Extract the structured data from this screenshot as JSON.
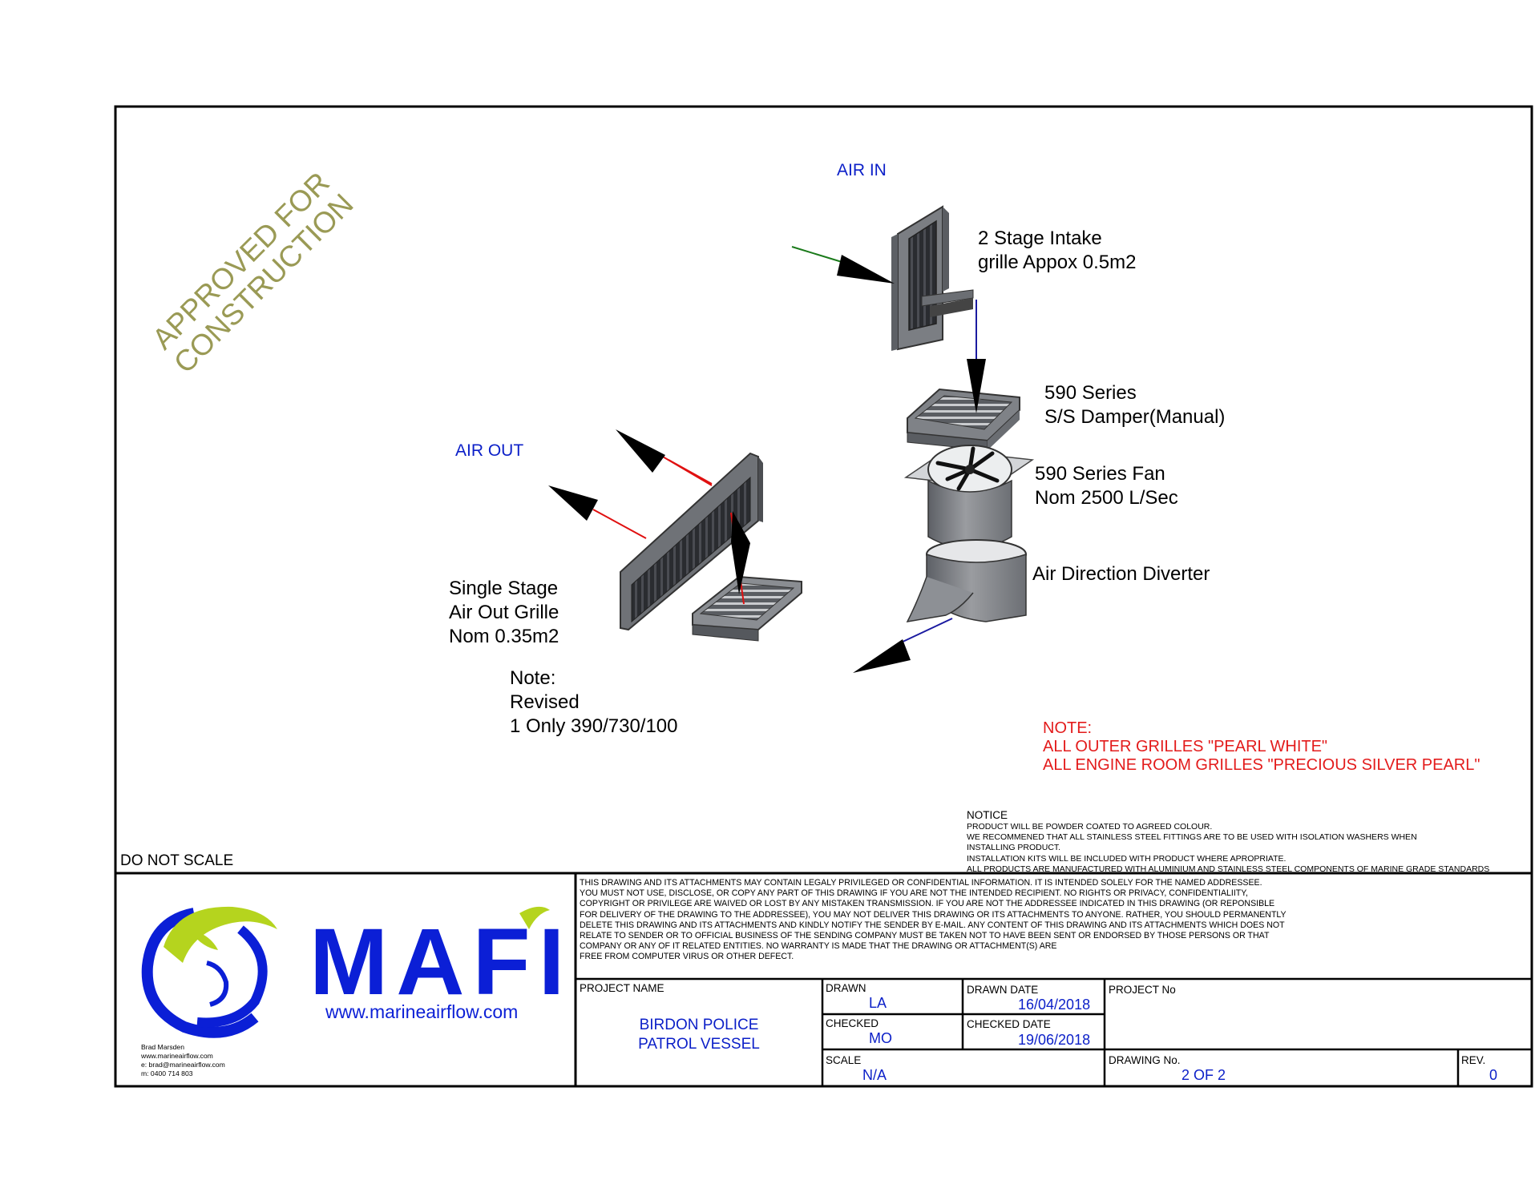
{
  "stamp": {
    "line1": "APPROVED FOR",
    "line2": "CONSTRUCTION"
  },
  "flow_labels": {
    "air_in": "AIR IN",
    "air_out": "AIR OUT"
  },
  "components": {
    "intake": "2 Stage Intake\ngrille Appox 0.5m2",
    "damper": "590 Series\nS/S Damper(Manual)",
    "fan": "590 Series Fan\nNom 2500 L/Sec",
    "diverter": "Air Direction Diverter",
    "outlet": "Single Stage\nAir Out Grille\nNom 0.35m2"
  },
  "revision_note": "Note:\nRevised\n1 Only 390/730/100",
  "colour_note": {
    "heading": "NOTE:",
    "line1": "ALL OUTER GRILLES \"PEARL WHITE\"",
    "line2": "ALL ENGINE ROOM GRILLES \"PRECIOUS SILVER PEARL\""
  },
  "notice": {
    "heading": "NOTICE",
    "body": "PRODUCT WILL BE POWDER COATED TO AGREED COLOUR.\nWE RECOMMENED THAT ALL STAINLESS STEEL FITTINGS ARE TO BE USED WITH ISOLATION WASHERS WHEN\nINSTALLING PRODUCT.\nINSTALLATION KITS WILL BE INCLUDED WITH PRODUCT WHERE APROPRIATE.\nALL PRODUCTS ARE MANUFACTURED WITH ALUMINIUM AND STAINLESS STEEL COMPONENTS OF MARINE GRADE STANDARDS"
  },
  "do_not_scale": "DO NOT SCALE",
  "disclaimer": "THIS DRAWING AND ITS ATTACHMENTS MAY CONTAIN LEGALY PRIVILEGED OR CONFIDENTIAL INFORMATION. IT IS INTENDED SOLELY FOR THE NAMED ADDRESSEE.\nYOU MUST NOT USE, DISCLOSE, OR COPY ANY PART OF THIS DRAWING IF YOU ARE NOT THE INTENDED RECIPIENT. NO RIGHTS OR PRIVACY, CONFIDENTIALIITY,\nCOPYRIGHT OR PRIVILEGE ARE WAIVED OR LOST BY ANY MISTAKEN TRANSMISSION. IF YOU ARE NOT THE ADDRESSEE INDICATED IN THIS DRAWING (OR REPONSIBLE\nFOR DELIVERY OF THE DRAWING TO THE ADDRESSEE), YOU MAY NOT DELIVER THIS DRAWING OR ITS ATTACHMENTS TO ANYONE. RATHER, YOU SHOULD PERMANENTLY\nDELETE THIS DRAWING AND ITS ATTACHMENTS AND KINDLY NOTIFY THE SENDER BY E-MAIL. ANY CONTENT OF THIS DRAWING AND ITS ATTACHMENTS WHICH DOES NOT\nRELATE TO SENDER OR TO OFFICIAL BUSINESS OF THE SENDING COMPANY MUST BE TAKEN NOT TO HAVE BEEN SENT OR ENDORSED BY THOSE PERSONS OR THAT\nCOMPANY OR ANY OF IT RELATED ENTITIES. NO WARRANTY IS MADE THAT THE DRAWING OR ATTACHMENT(S) ARE\nFREE FROM COMPUTER VIRUS OR OTHER DEFECT.",
  "logo": {
    "wordmark": "MAFI",
    "url": "www.marineairflow.com"
  },
  "contact": "Brad Marsden\nwww.marineairflow.com\ne: brad@marineairflow.com\nm: 0400 714 803",
  "title_block": {
    "project_name_label": "PROJECT NAME",
    "project_name": "BIRDON POLICE\nPATROL VESSEL",
    "drawn_label": "DRAWN",
    "drawn": "LA",
    "drawn_date_label": "DRAWN DATE",
    "drawn_date": "16/04/2018",
    "checked_label": "CHECKED",
    "checked": "MO",
    "checked_date_label": "CHECKED DATE",
    "checked_date": "19/06/2018",
    "project_no_label": "PROJECT No",
    "project_no": "",
    "scale_label": "SCALE",
    "scale": "N/A",
    "drawing_no_label": "DRAWING No.",
    "drawing_no": "2 OF 2",
    "rev_label": "REV.",
    "rev": "0"
  },
  "colors": {
    "stamp": "#9a9a55",
    "label_blue": "#0b1fc8",
    "note_red": "#e31b1b",
    "logo_blue": "#0b1fd6",
    "logo_green": "#b5d41e",
    "flow_in": "#1a7a1a",
    "flow_out": "#e01010",
    "flow_down": "#1a1aa0"
  }
}
